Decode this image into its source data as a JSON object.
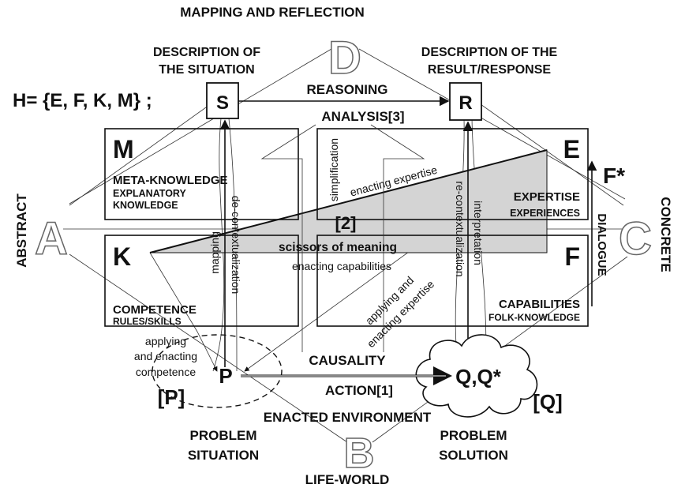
{
  "title": "MAPPING AND REFLECTION",
  "corners": {
    "top": "D",
    "left": "A",
    "right": "C",
    "bottom": "B"
  },
  "side_labels": {
    "left": "ABSTRACT",
    "right": "CONCRETE",
    "bottom": "LIFE-WORLD",
    "dialogue": "DIALOGUE",
    "f_star": "F*"
  },
  "formula": "H= {E, F, K, M} ;",
  "situation": {
    "line1": "DESCRIPTION OF",
    "line2": "THE SITUATION",
    "node": "S"
  },
  "result": {
    "line1": "DESCRIPTION OF THE",
    "line2": "RESULT/RESPONSE",
    "node": "R"
  },
  "reasoning": "REASONING",
  "analysis": "ANALYSIS[3]",
  "quadrants": {
    "m": {
      "letter": "M",
      "title": "META-KNOWLEDGE",
      "sub1": "EXPLANATORY",
      "sub2": "KNOWLEDGE"
    },
    "e": {
      "letter": "E",
      "title": "EXPERTISE",
      "sub1": "EXPERIENCES"
    },
    "k": {
      "letter": "K",
      "title": "COMPETENCE",
      "sub1": "RULES/SKILLS"
    },
    "f": {
      "letter": "F",
      "title": "CAPABILITIES",
      "sub1": "FOLK-KNOWLEDGE"
    }
  },
  "center": {
    "marker2": "[2]",
    "scissors": "scissors of meaning",
    "enacting_expertise": "enacting expertise",
    "enacting_capabilities": "enacting capabilities",
    "simplification": "simplification",
    "mapping": "mapping",
    "decontext": "de-contextualization",
    "recontext": "re-contextualization",
    "interpretation": "interpretation",
    "applying_exp1": "applying and",
    "applying_exp2": "enacting expertise"
  },
  "bottom": {
    "applying1": "applying",
    "applying2": "and enacting",
    "applying3": "competence",
    "p": "P",
    "p_bracket": "[P]",
    "causality": "CAUSALITY",
    "action": "ACTION[1]",
    "q": "Q,Q*",
    "q_bracket": "[Q]",
    "enacted": "ENACTED ENVIRONMENT",
    "problem_situation1": "PROBLEM",
    "problem_situation2": "SITUATION",
    "problem_solution1": "PROBLEM",
    "problem_solution2": "SOLUTION"
  },
  "colors": {
    "triangle": "#d4d4d4",
    "ink": "#111111",
    "outline": "#666666"
  }
}
